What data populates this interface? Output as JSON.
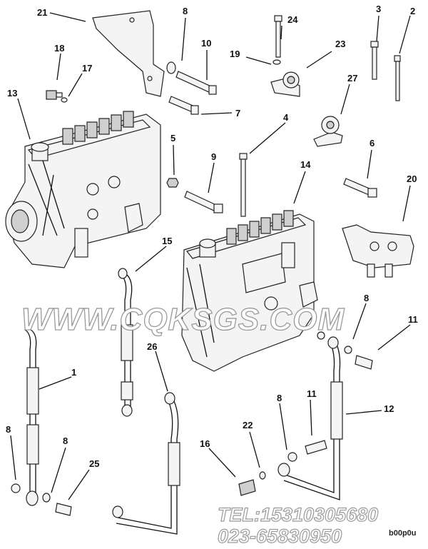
{
  "labels": {
    "n1": "1",
    "n2": "2",
    "n3": "3",
    "n4": "4",
    "n5": "5",
    "n6": "6",
    "n7": "7",
    "n8a": "8",
    "n8b": "8",
    "n8c": "8",
    "n8d": "8",
    "n8e": "8",
    "n9": "9",
    "n10": "10",
    "n11a": "11",
    "n11b": "11",
    "n12": "12",
    "n13": "13",
    "n14": "14",
    "n15": "15",
    "n16": "16",
    "n17": "17",
    "n18": "18",
    "n19": "19",
    "n20": "20",
    "n21": "21",
    "n22": "22",
    "n23": "23",
    "n24": "24",
    "n25": "25",
    "n26": "26",
    "n27": "27"
  },
  "watermark": {
    "site": "WWW.CQKSGS.COM",
    "tel": "TEL:15310305680",
    "phone": "023-65830950"
  },
  "figure_code": "b00p0u"
}
